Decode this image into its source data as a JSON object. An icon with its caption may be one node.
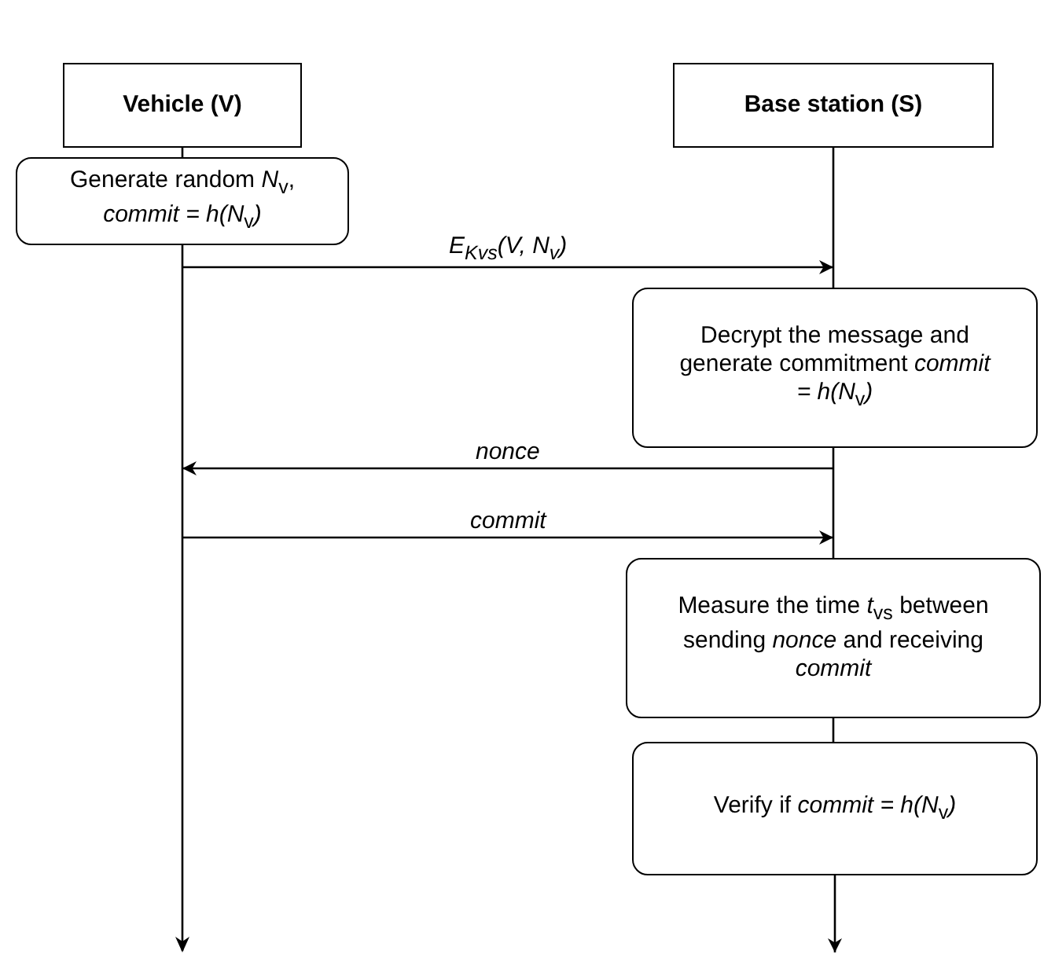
{
  "diagram": {
    "nodes": [
      {
        "text": [
          "Vehicle (V)"
        ]
      },
      {
        "text": [
          "Base station (S)"
        ]
      },
      {
        "text": [
          "Generate random *N*$_{v}$, *commit = h(N*$_{v}$*)*"
        ]
      },
      {
        "text": [
          "Decrypt the message and generate commitment *commit = h(N*$_{v}$*)*"
        ]
      },
      {
        "text": [
          "Measure the time *t*$_{vs}$ between sending *nonce* and receiving *commit*"
        ]
      },
      {
        "text": [
          "Verify if *commit = h(N*$_{v}$*)*"
        ]
      },
      {
        "text": [],
        "shape": "line"
      },
      {
        "text": [],
        "shape": "line"
      },
      {
        "text": [],
        "shape": "line"
      }
    ],
    "edges": [
      {
        "from": 0,
        "to": 2,
        "arrow": "none"
      },
      {
        "from": 6,
        "to": 7,
        "arrow": "to",
        "label": "E$_{Kvs}$(V, N$_{v}$)"
      },
      {
        "from": 8,
        "to": 6,
        "arrow": "to",
        "label": "nonce"
      },
      {
        "from": 6,
        "to": 8,
        "arrow": "to",
        "label": "commit"
      },
      {
        "from": 4,
        "to": 5,
        "arrow": "none"
      },
      {
        "from": 5,
        "to": null,
        "arrow": "to"
      }
    ]
  }
}
